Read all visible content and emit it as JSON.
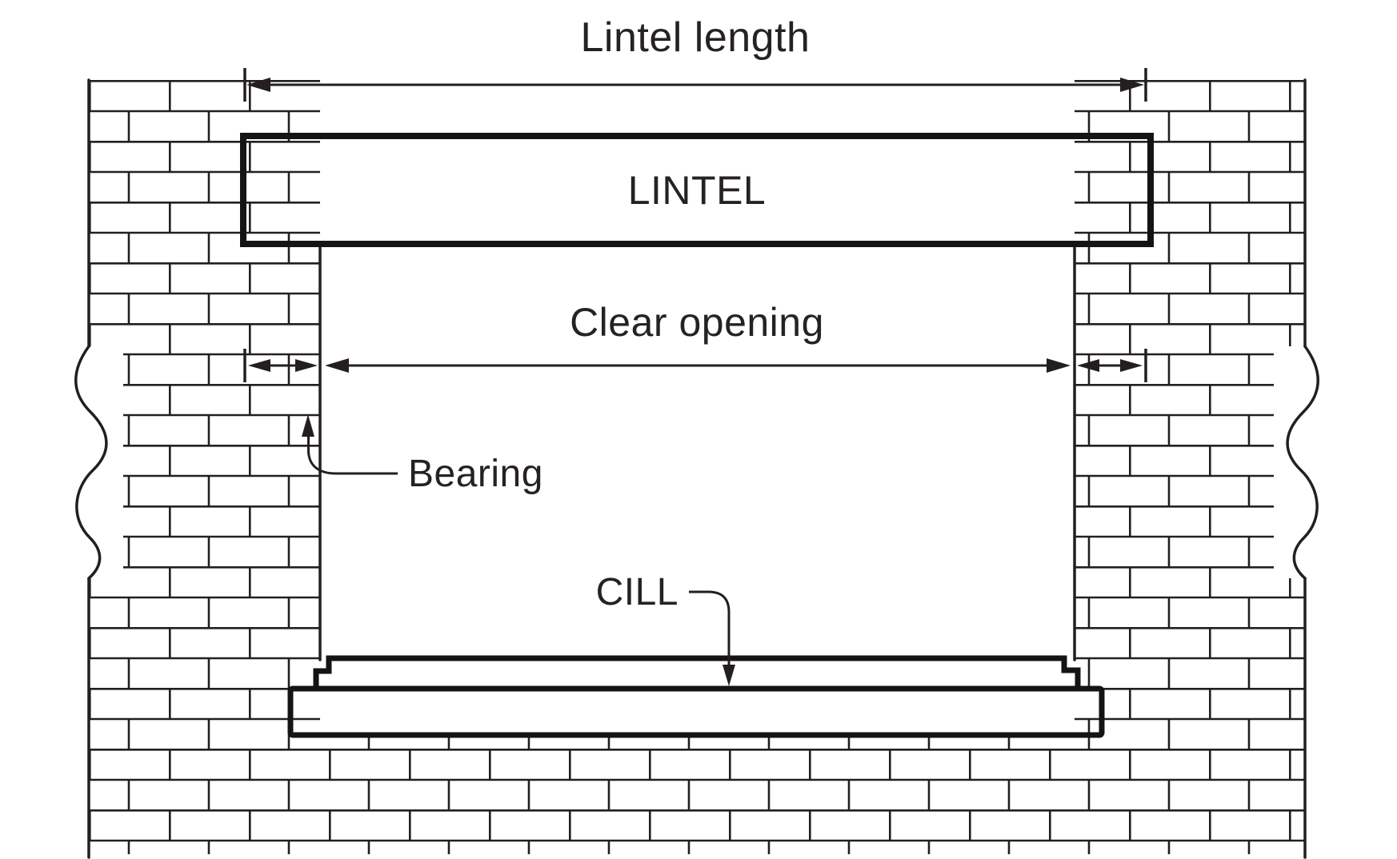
{
  "diagram": {
    "labels": {
      "lintel_length": "Lintel length",
      "lintel": "LINTEL",
      "clear_opening": "Clear opening",
      "bearing": "Bearing",
      "cill": "CILL"
    },
    "colors": {
      "line": "#231f20",
      "lintel_fill": "#d9d9d9",
      "cill_fill": "#dedede",
      "text": "#262223",
      "background": "#ffffff"
    }
  }
}
